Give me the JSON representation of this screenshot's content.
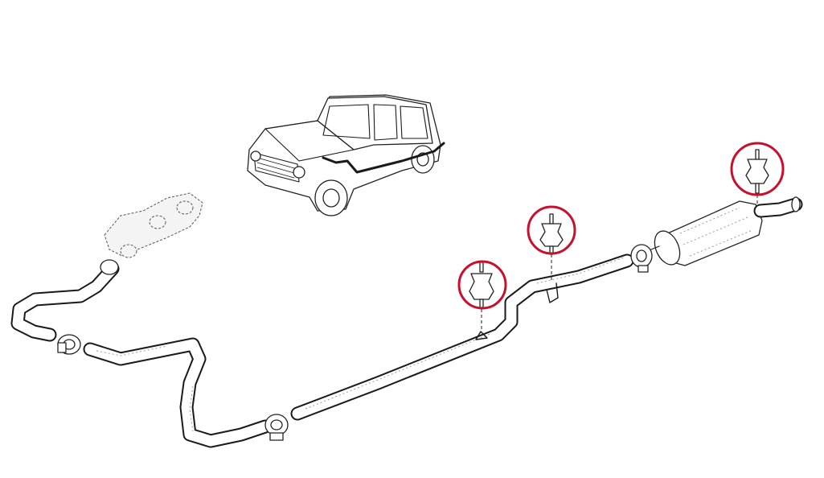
{
  "diagram": {
    "type": "exhaust-system-exploded-view",
    "components": [
      "exhaust-manifold",
      "front-downpipe",
      "pipe-clamp-front",
      "intermediate-pipe",
      "pipe-clamp-middle",
      "rear-pipe",
      "pipe-clamp-rear",
      "rear-silencer",
      "tail-pipe",
      "rubber-mount-1",
      "rubber-mount-2",
      "rubber-mount-3",
      "vehicle-location-sketch"
    ],
    "highlight_color": "#c8102e",
    "line_color": "#1a1a1a",
    "highlighted_count": 3
  }
}
